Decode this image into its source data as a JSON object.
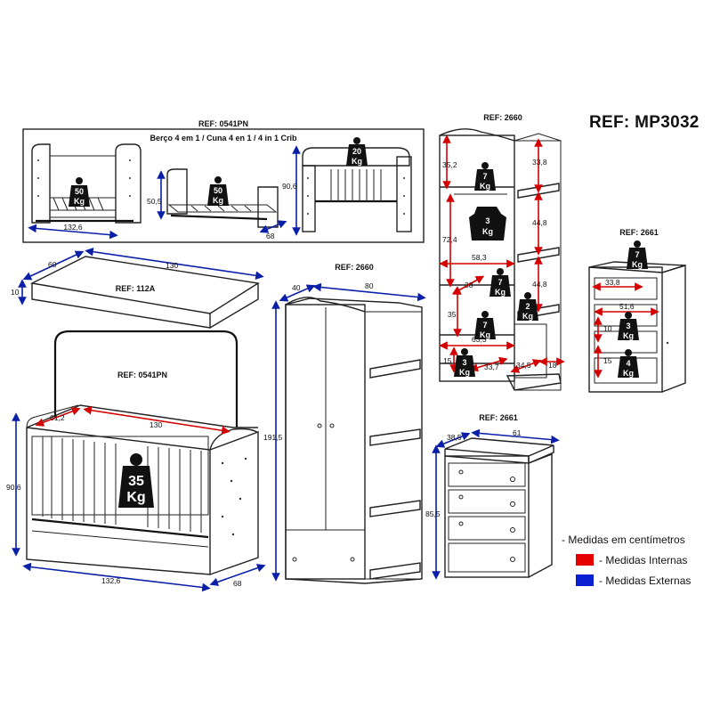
{
  "header": {
    "main_ref": "REF: MP3032"
  },
  "crib_box": {
    "ref": "REF: 0541PN",
    "subtitle": "Berço 4 em 1 / Cuna 4 en 1 / 4 in 1 Crib",
    "dim_width": "132,6",
    "dim_height": "50,5",
    "dim_depth": "68",
    "dim_tall": "90,6",
    "weight_top": {
      "value": "20",
      "unit": "Kg"
    },
    "weight_left": {
      "value": "50",
      "unit": "Kg"
    },
    "weight_mid": {
      "value": "50",
      "unit": "Kg"
    }
  },
  "mattress": {
    "ref": "REF: 112A",
    "dim_depth": "60",
    "dim_width": "130",
    "dim_height": "10"
  },
  "crib_main": {
    "ref": "REF: 0541PN",
    "dim_inner_depth": "61,2",
    "dim_inner_width": "130",
    "dim_height": "90,6",
    "dim_width": "132,6",
    "dim_depth": "68",
    "weight": {
      "value": "35",
      "unit": "Kg"
    }
  },
  "wardrobe": {
    "ref": "REF: 2660",
    "dim_depth": "40",
    "dim_width": "80",
    "dim_height": "191,5"
  },
  "wardrobe_interior": {
    "ref": "REF: 2660",
    "dims": {
      "top_h": "35,2",
      "shelf_top": "33,8",
      "hang_h": "72,4",
      "hang_side": "44,8",
      "hang_w": "58,3",
      "mid_side": "44,8",
      "inner_d": "38",
      "lower_h": "35",
      "drawer_w": "63,3",
      "drawer_h": "15",
      "drawer_d": "33,7",
      "side_d": "34,5",
      "side_w": "18"
    },
    "weights": [
      {
        "value": "7",
        "unit": "Kg"
      },
      {
        "value": "3",
        "unit": "Kg"
      },
      {
        "value": "7",
        "unit": "Kg"
      },
      {
        "value": "2",
        "unit": "Kg"
      },
      {
        "value": "7",
        "unit": "Kg"
      },
      {
        "value": "3",
        "unit": "Kg"
      }
    ]
  },
  "dresser_interior": {
    "ref": "REF: 2661",
    "dims": {
      "top_w": "33,8",
      "mid_w": "51,6",
      "d3_h": "10",
      "d4_h": "15"
    },
    "weights": [
      {
        "value": "7",
        "unit": "Kg"
      },
      {
        "value": "3",
        "unit": "Kg"
      },
      {
        "value": "4",
        "unit": "Kg"
      }
    ]
  },
  "dresser": {
    "ref": "REF: 2661",
    "dim_depth": "38,5",
    "dim_width": "61",
    "dim_height": "85,5"
  },
  "legend": {
    "units": "- Medidas em centímetros",
    "internal": "- Medidas Internas",
    "external": "- Medidas Externas",
    "internal_color": "#e60000",
    "external_color": "#0a1fd0"
  }
}
